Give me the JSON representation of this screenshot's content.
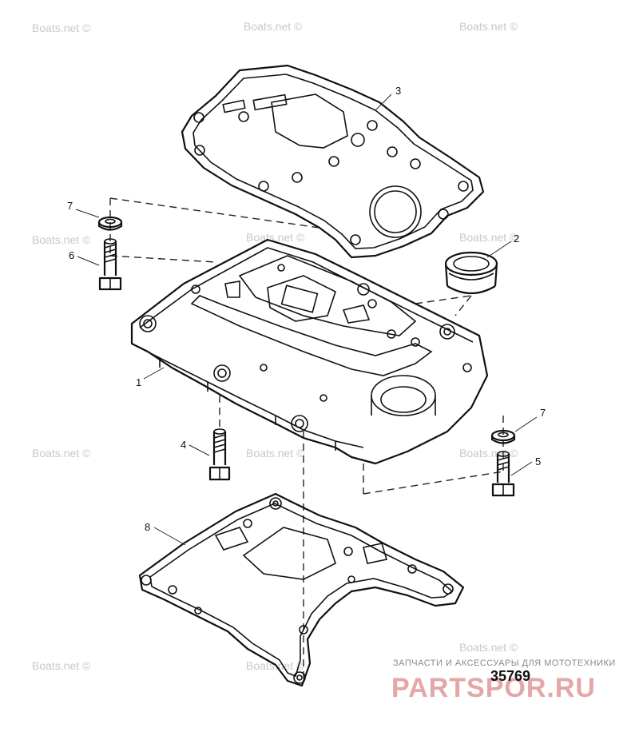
{
  "watermark": "Boats.net ©",
  "callouts": {
    "c1": "1",
    "c2": "2",
    "c3": "3",
    "c4": "4",
    "c5": "5",
    "c6": "6",
    "c7a": "7",
    "c7b": "7",
    "c8": "8"
  },
  "figure_number": "35769",
  "footer": {
    "tagline": "ЗАПЧАСТИ И АКСЕССУАРЫ ДЛЯ МОТОТЕХНИКИ",
    "brand": "PARTSPOR.RU"
  },
  "colors": {
    "line": "#111111",
    "watermark": "#c8c8c8",
    "brand": "#e4a6a6"
  }
}
